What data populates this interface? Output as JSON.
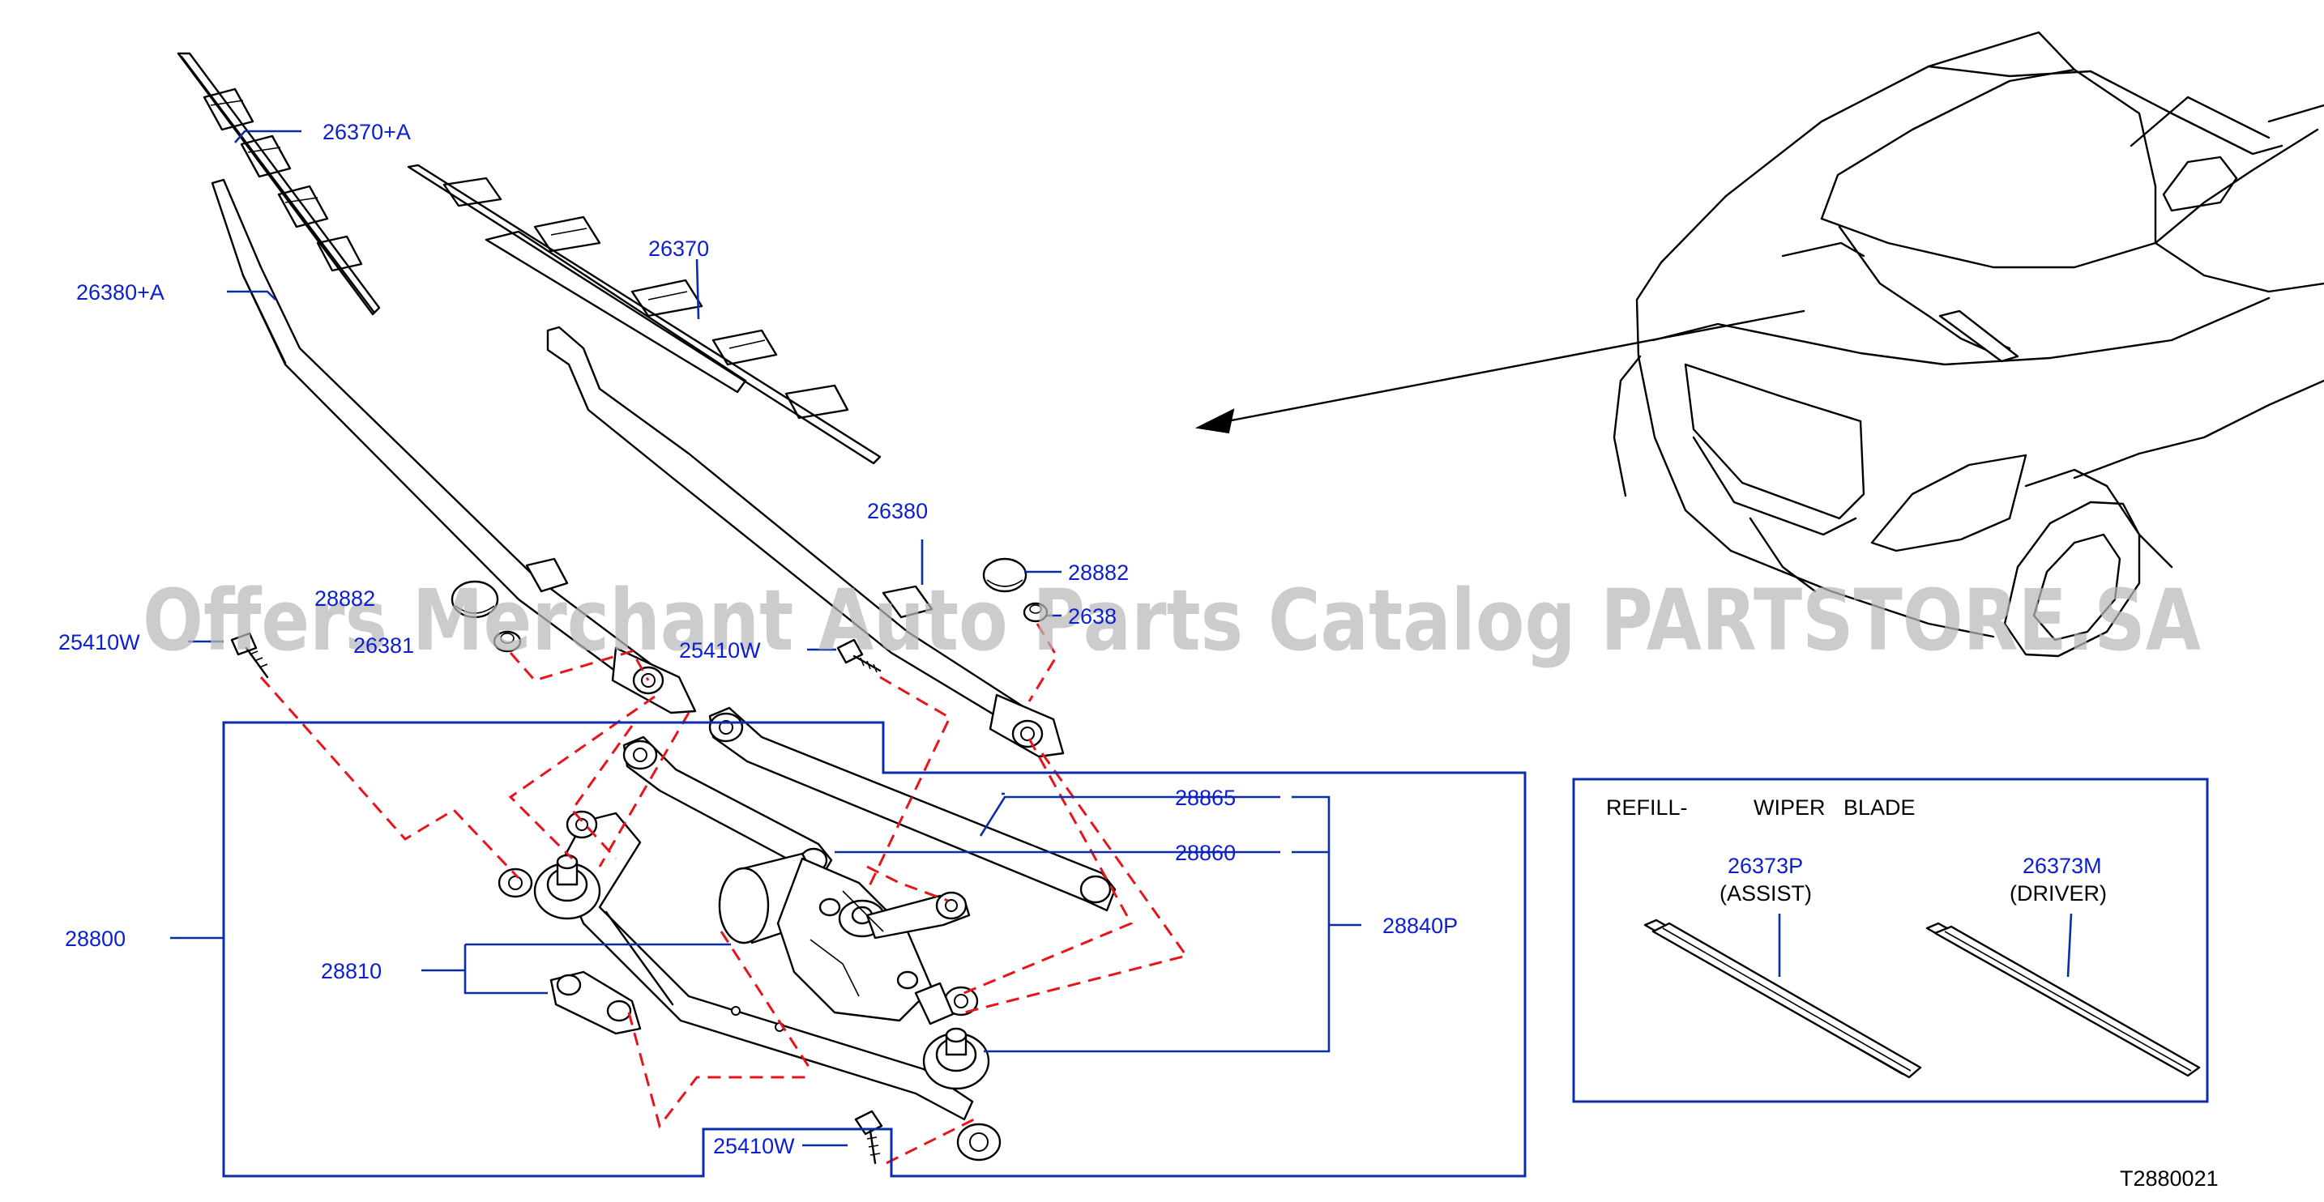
{
  "labels": {
    "blade_assist_kit": "26370+A",
    "blade_driver": "26370",
    "arm_assist_kit": "26380+A",
    "arm_driver": "26380",
    "cap_left": "28882",
    "cap_right": "28882",
    "nut_left": "26381",
    "nut_right": "2638",
    "bolt_left": "25410W",
    "bolt_mid": "25410W",
    "bolt_bottom": "25410W",
    "link_upper": "28865",
    "link_lower": "28860",
    "linkage_kit": "28840P",
    "assembly": "28800",
    "motor": "28810",
    "refill_assist": "26373P",
    "refill_driver": "26373M"
  },
  "refill_box": {
    "title_prefix": "REFILL-",
    "title_suffix": "WIPER   BLADE",
    "assist_caption": "(ASSIST)",
    "driver_caption": "(DRIVER)"
  },
  "diagram_code": "T2880021",
  "watermark": "Offers Merchant Auto Parts Catalog PARTSTORE.SA",
  "colors": {
    "part_number_text": "#0b1fd0",
    "leader_lines": "#0b2ea8",
    "dashed_assembly_lines": "#e8141b",
    "drawing": "#000000",
    "watermark": "#b9b9b9"
  }
}
